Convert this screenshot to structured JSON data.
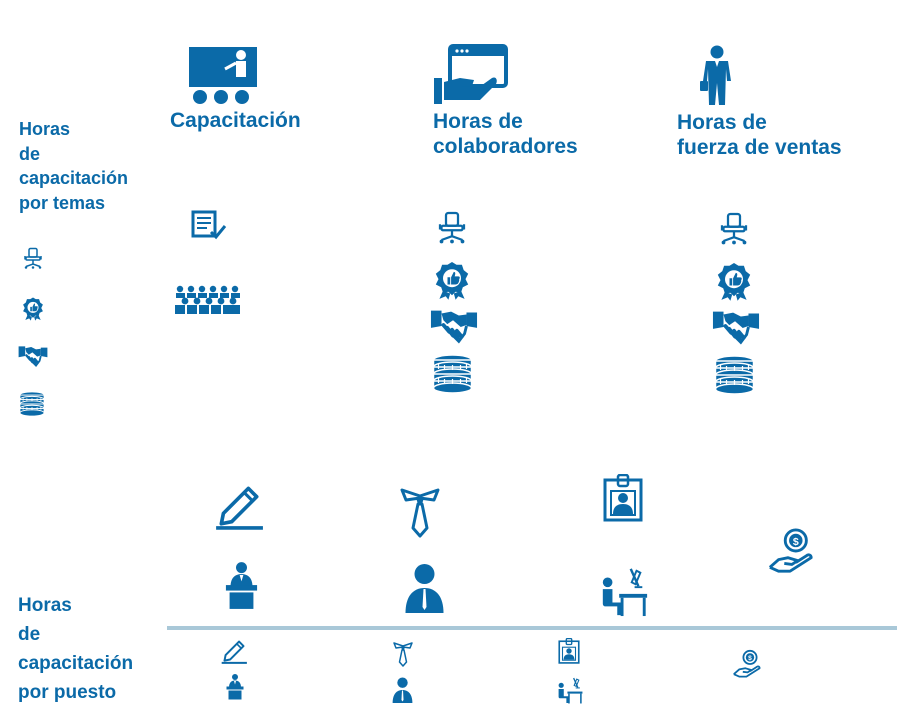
{
  "side_labels": {
    "temas": "Horas\nde\ncapacitación\npor  temas",
    "puesto": "Horas\nde\ncapacitación\npor puesto"
  },
  "columns": [
    {
      "title": "Capacitación",
      "icon": "presentation-board-icon"
    },
    {
      "title": "Horas de\ncolaboradores",
      "icon": "hand-holding-window-icon"
    },
    {
      "title": "Horas de\nfuerza de ventas",
      "icon": "businessman-icon"
    }
  ],
  "legend_icons": [
    "office-chair-icon",
    "award-badge-icon",
    "handshake-icon",
    "coin-stack-icon"
  ],
  "position_icons": [
    "pencil-icon",
    "tie-icon",
    "id-badge-icon",
    "money-hand-icon",
    "speaker-podium-icon",
    "person-icon",
    "desk-worker-icon"
  ],
  "colors": {
    "primary": "#0b6aa8",
    "divider": "#a9c8d8"
  }
}
